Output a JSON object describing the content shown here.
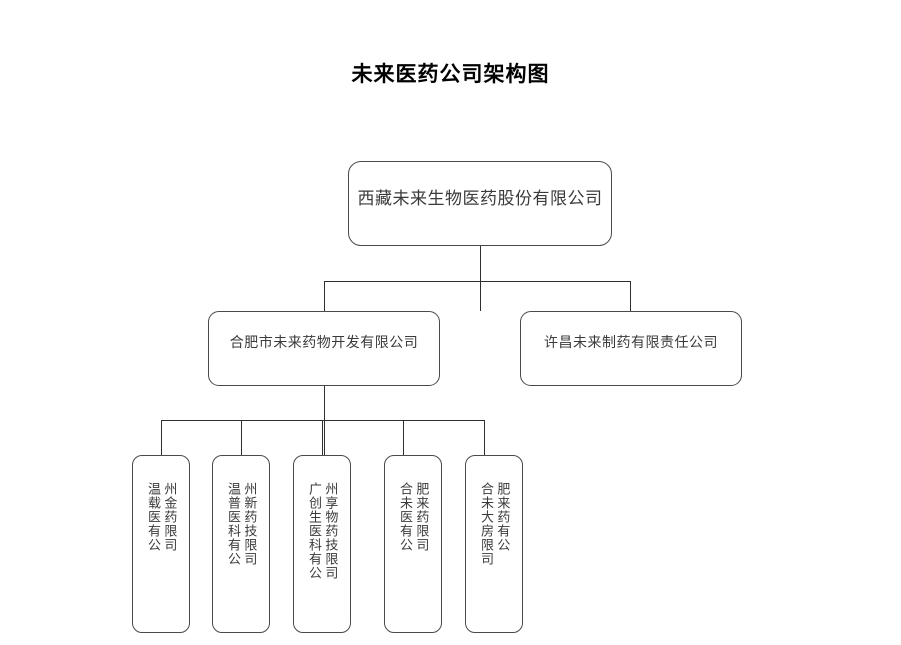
{
  "title": "未来医药公司架构图",
  "colors": {
    "background": "#ffffff",
    "box_border": "#4a4a4a",
    "box_fill": "#ffffff",
    "text": "#3a3a3a",
    "title_text": "#000000",
    "connector": "#2f2f2f"
  },
  "chart_data": {
    "type": "diagram",
    "diagram_type": "organization-chart",
    "title": "未来医药公司架构图",
    "orientation": "top-down",
    "levels": 3,
    "nodes": [
      {
        "id": "n1",
        "level": 1,
        "label": "西藏未来生物医药股份有限公司",
        "parent": null
      },
      {
        "id": "n2",
        "level": 2,
        "label": "合肥市未来药物开发有限公司",
        "parent": "n1"
      },
      {
        "id": "n3",
        "level": 2,
        "label": "许昌未来制药有限责任公司",
        "parent": "n1"
      },
      {
        "id": "n4",
        "level": 3,
        "label": "温州载金医药有限公司",
        "parent": "n2",
        "col_right": "州金药限司",
        "col_left": "温载医有公"
      },
      {
        "id": "n5",
        "level": 3,
        "label": "温州普新医药科技有限公司",
        "parent": "n2",
        "col_right": "州新药技限司",
        "col_left": "温普医科有公"
      },
      {
        "id": "n6",
        "level": 3,
        "label": "广州创享生物医药科技有限公司",
        "parent": "n2",
        "col_right": "州享物药技限司",
        "col_left": "广创生医科有公"
      },
      {
        "id": "n7",
        "level": 3,
        "label": "合肥未来医药有限公司",
        "parent": "n2",
        "col_right": "肥来药限司",
        "col_left": "合未医有公"
      },
      {
        "id": "n8",
        "level": 3,
        "label": "合肥未来大药房有限公司",
        "parent": "n2",
        "col_right": "肥来药有公",
        "col_left": "合未大房限司"
      }
    ],
    "edges": [
      {
        "from": "n1",
        "to": "n2"
      },
      {
        "from": "n1",
        "to": "n3"
      },
      {
        "from": "n2",
        "to": "n4"
      },
      {
        "from": "n2",
        "to": "n5"
      },
      {
        "from": "n2",
        "to": "n6"
      },
      {
        "from": "n2",
        "to": "n7"
      },
      {
        "from": "n2",
        "to": "n8"
      }
    ]
  }
}
